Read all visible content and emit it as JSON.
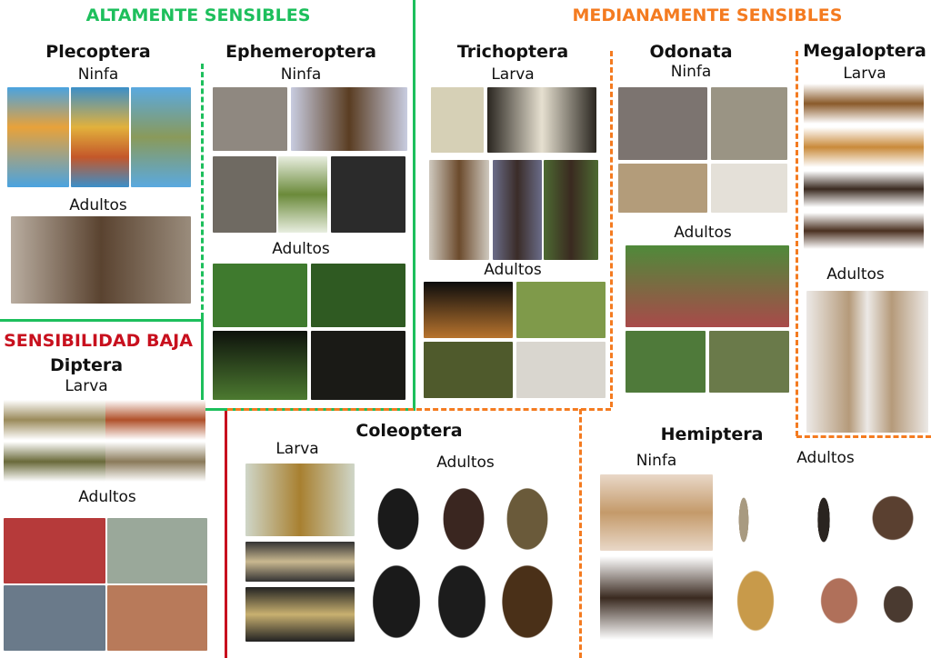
{
  "categories": {
    "high": {
      "label": "ALTAMENTE SENSIBLES",
      "color": "#1dbf5c"
    },
    "medium": {
      "label": "MEDIANAMENTE SENSIBLES",
      "color": "#f47b20"
    },
    "low": {
      "label": "SENSIBILIDAD BAJA",
      "color": "#c8101e"
    }
  },
  "orders": {
    "plecoptera": {
      "name": "Plecoptera",
      "stage1": "Ninfa",
      "stage2": "Adultos"
    },
    "ephemeroptera": {
      "name": "Ephemeroptera",
      "stage1": "Ninfa",
      "stage2": "Adultos"
    },
    "trichoptera": {
      "name": "Trichoptera",
      "stage1": "Larva",
      "stage2": "Adultos"
    },
    "odonata": {
      "name": "Odonata",
      "stage1": "Ninfa",
      "stage2": "Adultos"
    },
    "megaloptera": {
      "name": "Megaloptera",
      "stage1": "Larva",
      "stage2": "Adultos"
    },
    "diptera": {
      "name": "Diptera",
      "stage1": "Larva",
      "stage2": "Adultos"
    },
    "coleoptera": {
      "name": "Coleoptera",
      "stage1": "Larva",
      "stage2": "Adultos"
    },
    "hemiptera": {
      "name": "Hemiptera",
      "stage1": "Ninfa",
      "stage2": "Adultos"
    }
  }
}
